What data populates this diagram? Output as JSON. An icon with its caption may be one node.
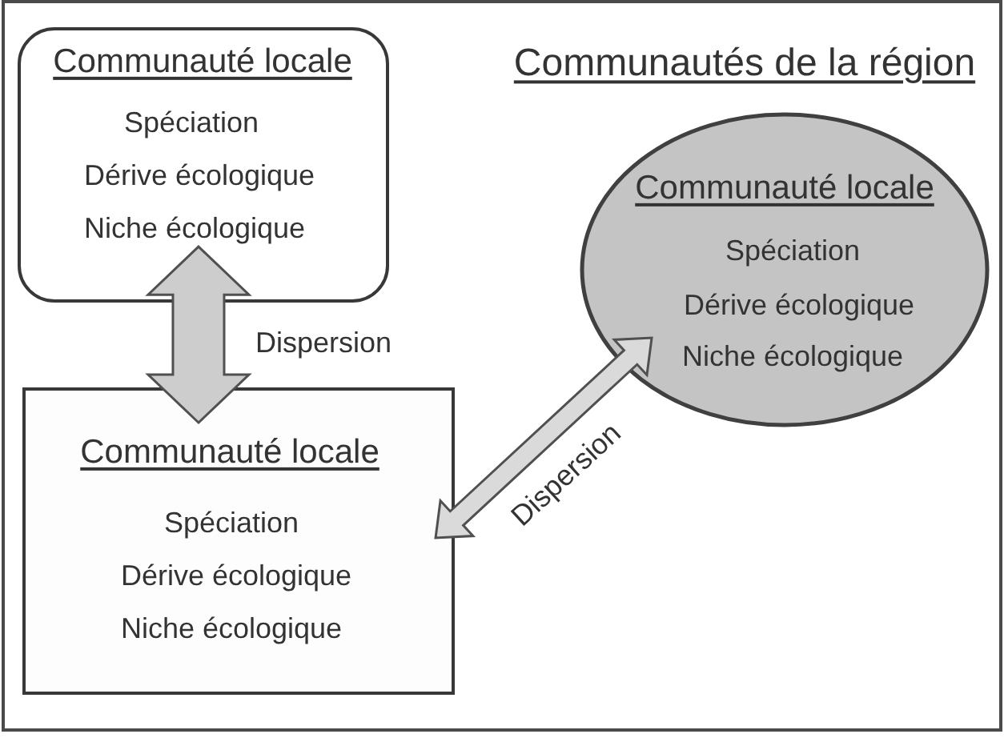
{
  "diagram": {
    "nodes": [
      {
        "text": [
          "Communautés de la région"
        ]
      },
      {
        "text": [
          "Communauté locale",
          "Spéciation",
          "Dérive écologique",
          "Niche écologique"
        ],
        "in": 0
      },
      {
        "text": [
          "Communauté locale",
          "Spéciation",
          "Dérive écologique",
          "Niche écologique"
        ],
        "in": 0
      },
      {
        "text": [
          "Communauté locale",
          "Spéciation",
          "Dérive écologique",
          "Niche écologique"
        ],
        "in": 0
      }
    ],
    "edges": [
      {
        "from": 1,
        "to": 2,
        "arrow": "both",
        "label": "Dispersion"
      },
      {
        "from": 2,
        "to": 3,
        "arrow": "both",
        "label": "Dispersion"
      }
    ]
  }
}
